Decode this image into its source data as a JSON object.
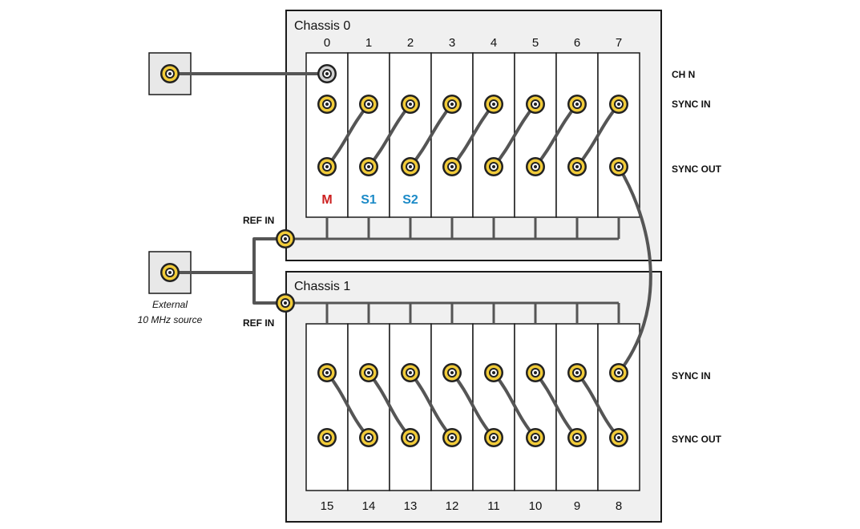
{
  "colors": {
    "connector": "#f2cc3a",
    "connector_gray": "#d0d0d0",
    "cable": "#555555",
    "master": "#cc1f1f",
    "slave": "#1b8ac7"
  },
  "chassis": [
    {
      "title": "Chassis 0",
      "slots": [
        "0",
        "1",
        "2",
        "3",
        "4",
        "5",
        "6",
        "7"
      ],
      "ref_in": "REF IN"
    },
    {
      "title": "Chassis 1",
      "slots": [
        "15",
        "14",
        "13",
        "12",
        "11",
        "10",
        "9",
        "8"
      ],
      "ref_in": "REF IN"
    }
  ],
  "row_labels": {
    "ch_n": "CH N",
    "sync_in": "SYNC IN",
    "sync_out": "SYNC OUT"
  },
  "roles": {
    "master": "M",
    "slave1": "S1",
    "slave2": "S2"
  },
  "external_source": {
    "line1": "External",
    "line2": "10 MHz source"
  }
}
